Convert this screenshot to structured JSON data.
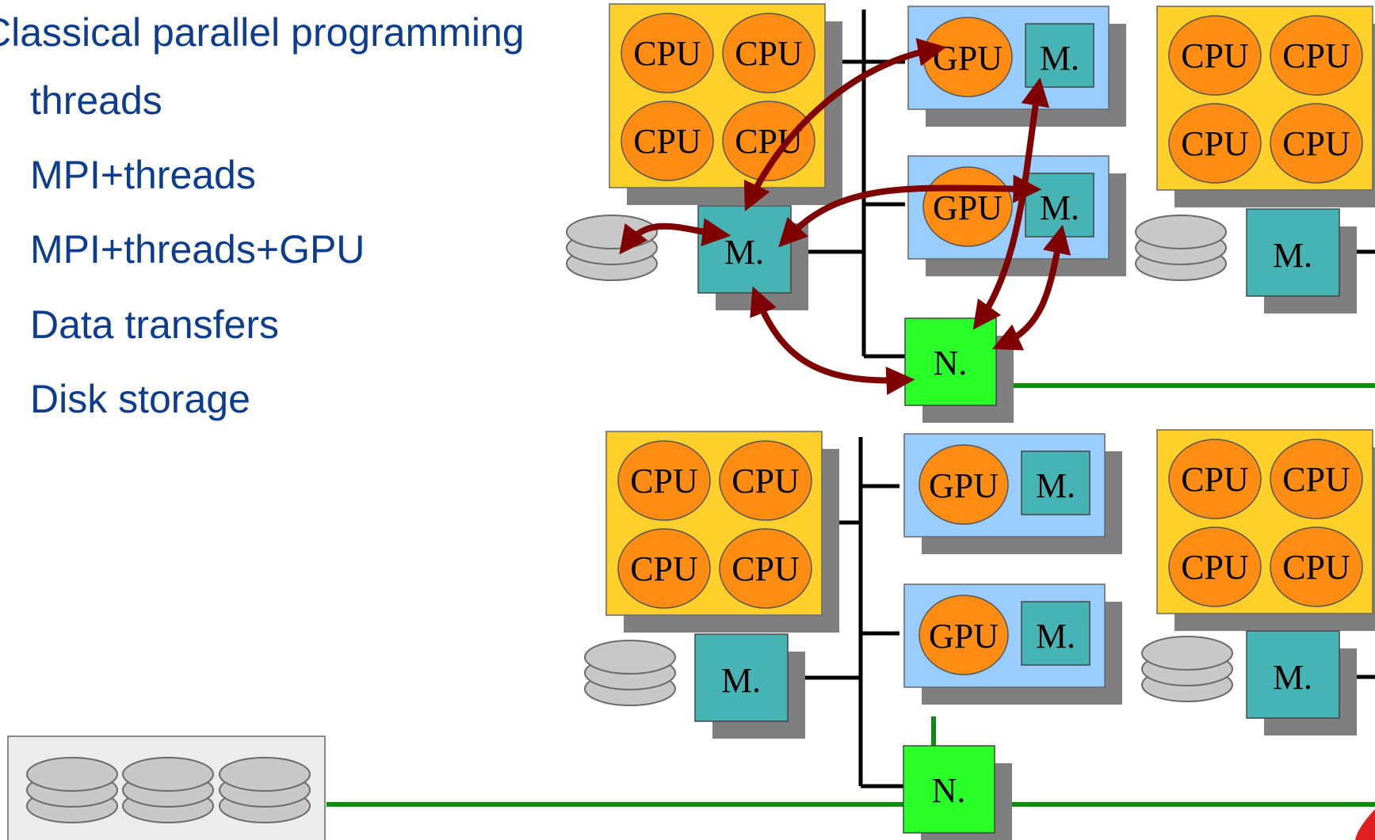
{
  "slide": {
    "title": "Classical parallel programming",
    "items": [
      "threads",
      "MPI+threads",
      "MPI+threads+GPU",
      "Data transfers",
      "Disk storage"
    ]
  },
  "diagram": {
    "labels": {
      "cpu": "CPU",
      "gpu": "GPU",
      "memory": "M.",
      "network": "N."
    },
    "colors": {
      "cpu_board": "#ffd02a",
      "cpu_core": "#ff8d14",
      "gpu_board": "#99ccff",
      "memory": "#46b4b4",
      "network": "#29ff29",
      "disk": "#c8c8c8",
      "shadow": "#7f7f7f",
      "transfer_arrow": "#7f0000",
      "network_link": "#0e8c0e"
    }
  }
}
